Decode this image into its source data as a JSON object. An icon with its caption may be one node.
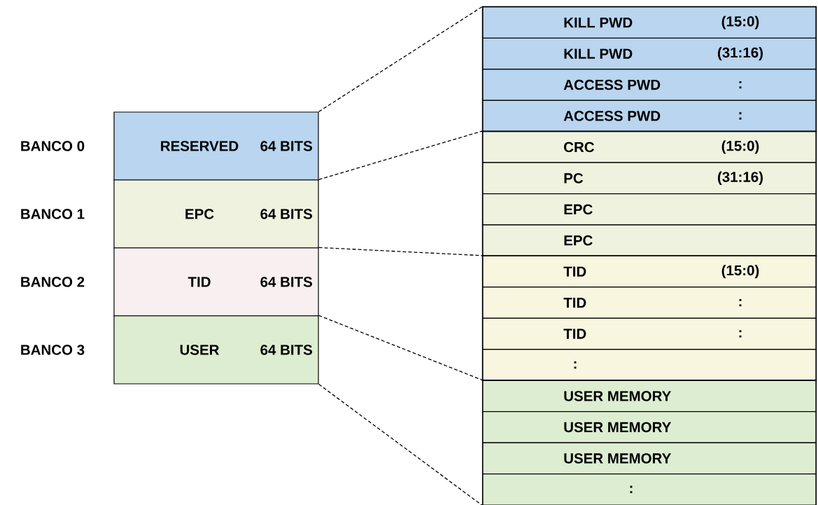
{
  "diagram": {
    "nodes": [
      {
        "text": [
          "RESERVED",
          "64 BITS"
        ],
        "beside": [
          "BANCO 0"
        ]
      },
      {
        "text": [
          "EPC",
          "64 BITS"
        ],
        "beside": [
          "BANCO 1"
        ]
      },
      {
        "text": [
          "TID",
          "64 BITS"
        ],
        "beside": [
          "BANCO 2"
        ]
      },
      {
        "text": [
          "USER",
          "64 BITS"
        ],
        "beside": [
          "BANCO 3"
        ]
      },
      {
        "text": [],
        "shape": "box"
      },
      {
        "text": [
          "KILL PWD",
          "(15:0)"
        ],
        "in": 4
      },
      {
        "text": [
          "KILL PWD",
          "(31:16)"
        ],
        "in": 4
      },
      {
        "text": [
          "ACCESS PWD",
          ":"
        ],
        "in": 4
      },
      {
        "text": [
          "ACCESS PWD",
          ":"
        ],
        "in": 4
      },
      {
        "text": [],
        "shape": "box"
      },
      {
        "text": [
          "CRC",
          "(15:0)"
        ],
        "in": 9
      },
      {
        "text": [
          "PC",
          "(31:16)"
        ],
        "in": 9
      },
      {
        "text": [
          "EPC"
        ],
        "in": 9
      },
      {
        "text": [
          "EPC"
        ],
        "in": 9
      },
      {
        "text": [],
        "shape": "box"
      },
      {
        "text": [
          "TID",
          "(15:0)"
        ],
        "in": 14
      },
      {
        "text": [
          "TID",
          ":"
        ],
        "in": 14
      },
      {
        "text": [
          "TID",
          ":"
        ],
        "in": 14
      },
      {
        "text": [
          ":"
        ],
        "in": 14
      },
      {
        "text": [],
        "shape": "box"
      },
      {
        "text": [
          "USER MEMORY"
        ],
        "in": 19
      },
      {
        "text": [
          "USER MEMORY"
        ],
        "in": 19
      },
      {
        "text": [
          "USER MEMORY"
        ],
        "in": 19
      },
      {
        "text": [
          ":"
        ],
        "in": 19
      }
    ],
    "edges": [
      {
        "from": 0,
        "to": 4,
        "arrow": "none",
        "style": "dashed"
      },
      {
        "from": 1,
        "to": 9,
        "arrow": "none",
        "style": "dashed"
      },
      {
        "from": 2,
        "to": 14,
        "arrow": "none",
        "style": "dashed"
      },
      {
        "from": 3,
        "to": 19,
        "arrow": "none",
        "style": "dashed"
      },
      {
        "from": 3,
        "to": 19,
        "arrow": "none",
        "style": "dashed"
      }
    ]
  }
}
